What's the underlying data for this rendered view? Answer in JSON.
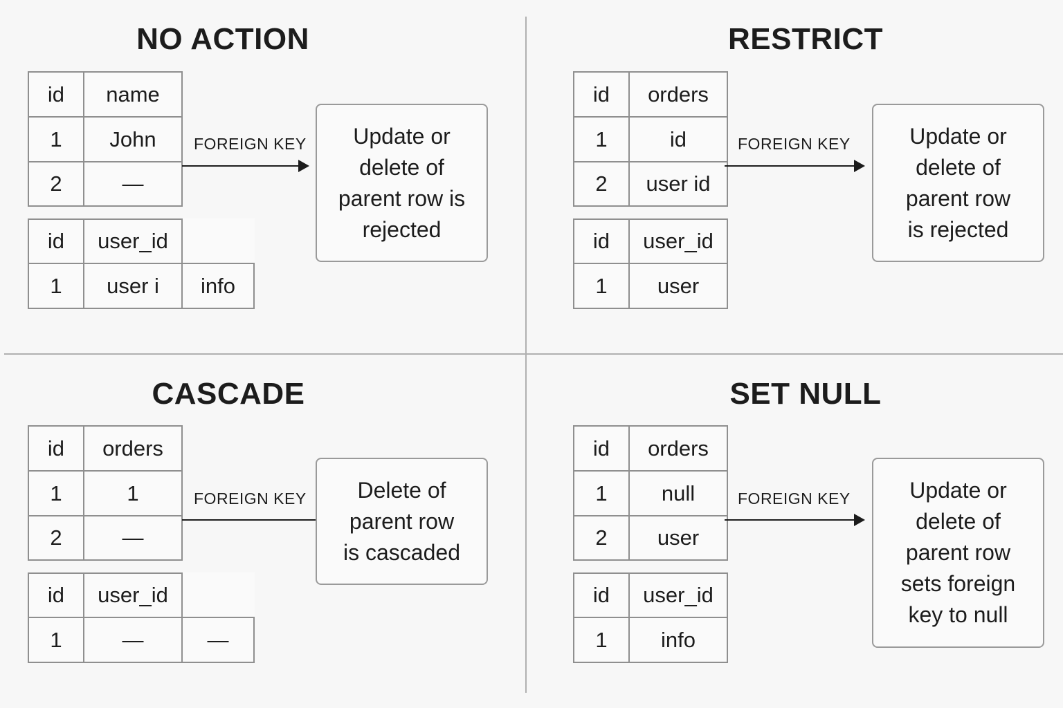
{
  "panels": [
    {
      "title": "NO ACTION",
      "parent_table": [
        [
          "id",
          "name"
        ],
        [
          "1",
          "John"
        ],
        [
          "2",
          "—"
        ]
      ],
      "child_table": [
        [
          "id",
          "user_id"
        ],
        [
          "1",
          "user i",
          "info"
        ]
      ],
      "fk_label": "FOREIGN KEY",
      "result_text": "Update or\ndelete of\nparent row is\nrejected"
    },
    {
      "title": "RESTRICT",
      "parent_table": [
        [
          "id",
          "orders"
        ],
        [
          "1",
          "id"
        ],
        [
          "2",
          "user id"
        ]
      ],
      "child_table": [
        [
          "id",
          "user_id"
        ],
        [
          "1",
          "user"
        ]
      ],
      "fk_label": "FOREIGN KEY",
      "result_text": "Update or\ndelete of\nparent row\nis rejected"
    },
    {
      "title": "CASCADE",
      "parent_table": [
        [
          "id",
          "orders"
        ],
        [
          "1",
          "1"
        ],
        [
          "2",
          "—"
        ]
      ],
      "child_table": [
        [
          "id",
          "user_id"
        ],
        [
          "1",
          "—",
          "—"
        ]
      ],
      "fk_label": "FOREIGN KEY",
      "result_text": "Delete of\nparent row\nis cascaded"
    },
    {
      "title": "SET NULL",
      "parent_table": [
        [
          "id",
          "orders"
        ],
        [
          "1",
          "null"
        ],
        [
          "2",
          "user"
        ]
      ],
      "child_table": [
        [
          "id",
          "user_id"
        ],
        [
          "1",
          "info"
        ]
      ],
      "fk_label": "FOREIGN KEY",
      "result_text": "Update or\ndelete of\nparent row\nsets foreign\nkey to null"
    }
  ]
}
